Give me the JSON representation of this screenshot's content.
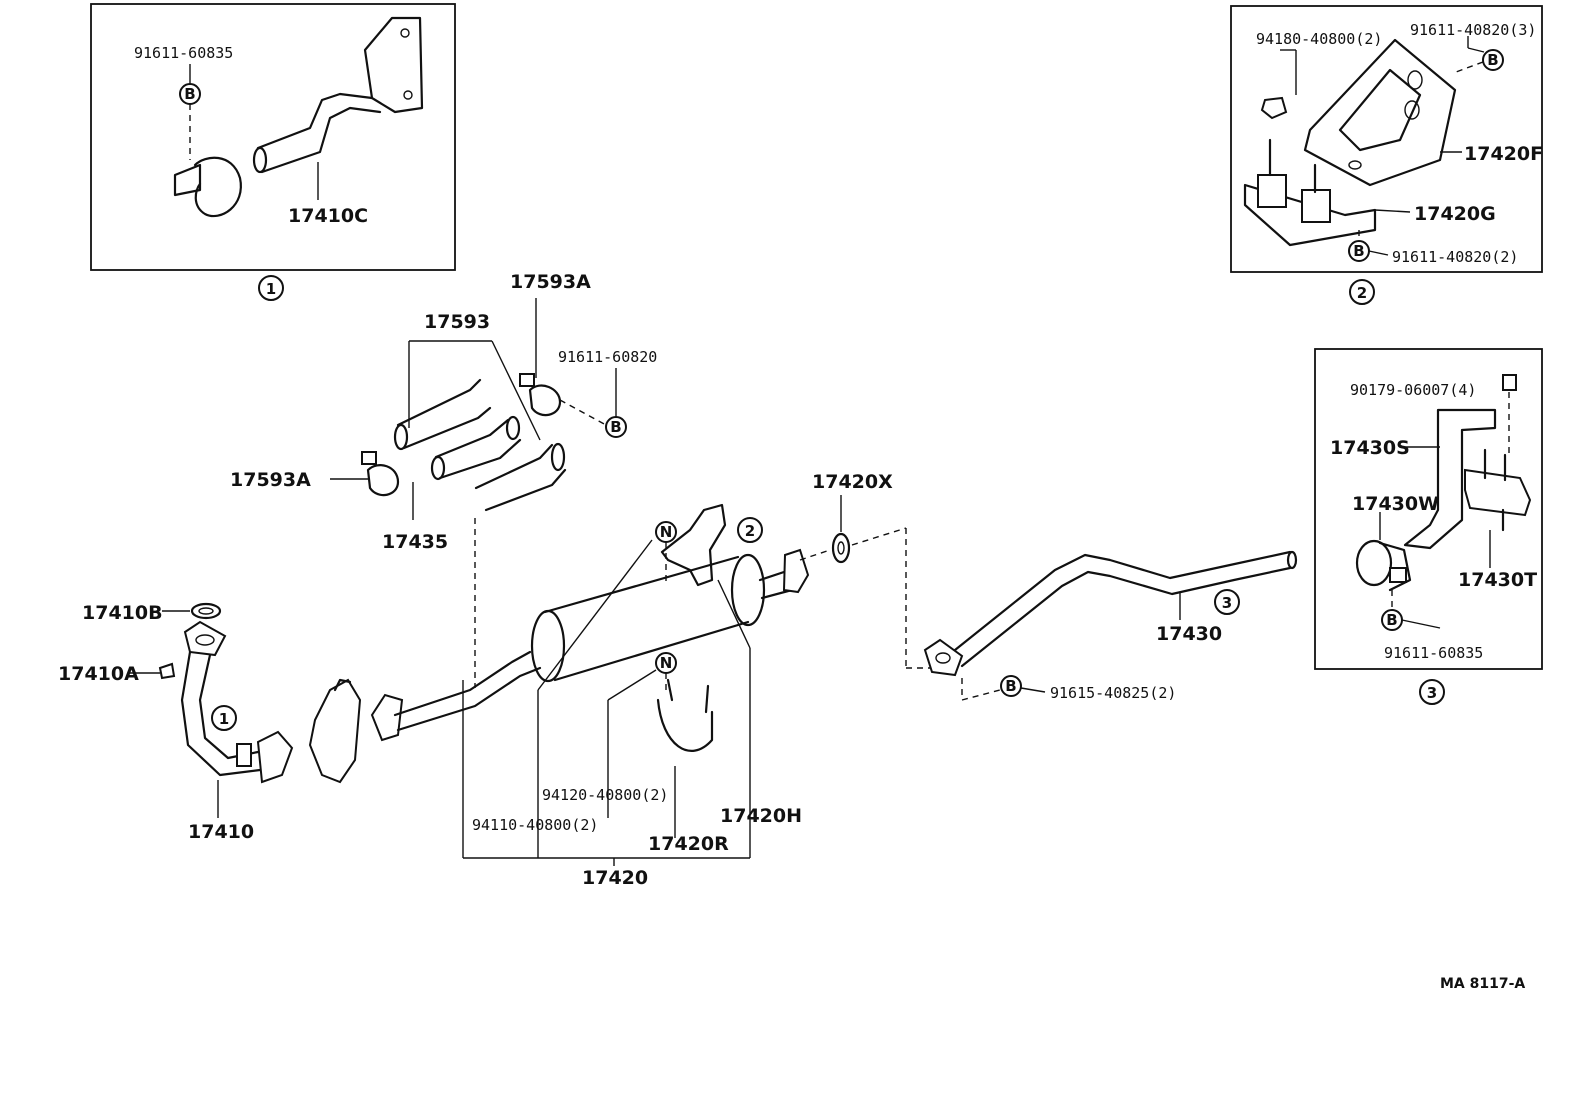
{
  "labels": {
    "l91611_60835_a": "91611-60835",
    "l17410C": "17410C",
    "l94180_40800": "94180-40800(2)",
    "l91611_40820_3": "91611-40820(3)",
    "l17420F": "17420F",
    "l17420G": "17420G",
    "l91611_40820_2": "91611-40820(2)",
    "l17593A_top": "17593A",
    "l17593": "17593",
    "l91611_60820": "91611-60820",
    "l17593A_left": "17593A",
    "l17435": "17435",
    "l17420X": "17420X",
    "l90179_06007": "90179-06007(4)",
    "l17430S": "17430S",
    "l17430W": "17430W",
    "l17430T": "17430T",
    "l91611_60835_b": "91611-60835",
    "l17410B": "17410B",
    "l17410A": "17410A",
    "l17410": "17410",
    "l17430": "17430",
    "l91615_40825": "91615-40825(2)",
    "l94120_40800": "94120-40800(2)",
    "l94110_40800": "94110-40800(2)",
    "l17420H": "17420H",
    "l17420R": "17420R",
    "l17420": "17420",
    "code": "MA 8117-A"
  },
  "callouts": {
    "c1": "1",
    "c2": "2",
    "c3": "3"
  },
  "markers": {
    "b": "B",
    "n": "N"
  },
  "colors": {
    "ink": "#111111",
    "paper": "#ffffff"
  }
}
